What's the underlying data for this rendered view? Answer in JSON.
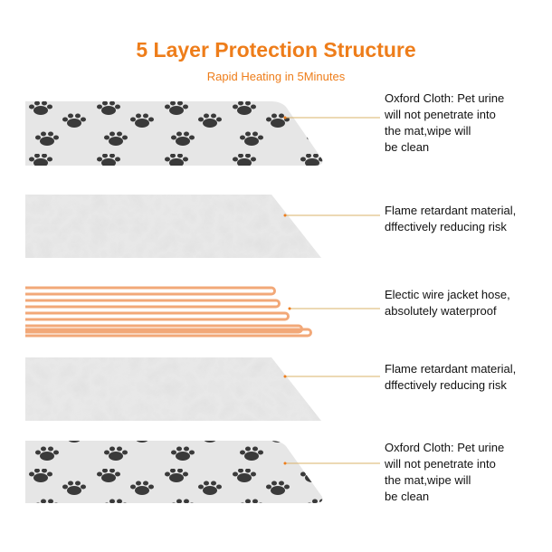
{
  "header": {
    "title": "5 Layer Protection Structure",
    "subtitle": "Rapid Heating in 5Minutes"
  },
  "layers": [
    {
      "name": "oxford-cloth-top",
      "lines": [
        "Oxford Cloth: Pet urine",
        "will not penetrate into",
        "the mat,wipe will",
        "be clean"
      ]
    },
    {
      "name": "flame-retardant-top",
      "lines": [
        "Flame retardant material,",
        "dffectively reducing risk"
      ]
    },
    {
      "name": "heating-wire",
      "lines": [
        "Electic wire jacket hose,",
        "absolutely waterproof"
      ]
    },
    {
      "name": "flame-retardant-bottom",
      "lines": [
        "Flame retardant material,",
        "dffectively reducing risk"
      ]
    },
    {
      "name": "oxford-cloth-bottom",
      "lines": [
        "Oxford Cloth: Pet urine",
        "will not penetrate into",
        "the mat,wipe will",
        "be clean"
      ]
    }
  ],
  "colors": {
    "accent": "#ee7d1a",
    "wire": "#f2a878",
    "leader": "#d9b36a",
    "mat": "#e4e4e4",
    "paw": "#3a3a3a"
  }
}
